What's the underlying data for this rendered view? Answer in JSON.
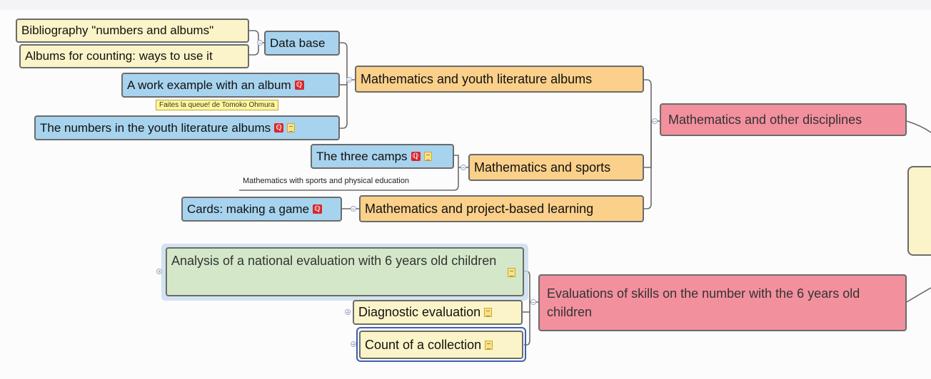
{
  "nodes": {
    "bibliography": "Bibliography \"numbers and albums\"",
    "albums_counting": "Albums for counting: ways to use it",
    "data_base": "Data base",
    "work_example": "A  work example with an album",
    "work_example_tooltip": "Faites la queue! de Tomoko Ohmura",
    "numbers_youth": "The numbers in the youth literature albums",
    "math_youth_albums": "Mathematics and youth literature albums",
    "three_camps": "The three camps",
    "sports_caption": "Mathematics with sports and physical education",
    "math_sports": "Mathematics and sports",
    "cards_game": "Cards: making a game",
    "math_project": "Mathematics and project-based learning",
    "math_other": "Mathematics and other disciplines",
    "analysis": "Analysis of a national evaluation with 6 years old children",
    "diagnostic": "Diagnostic evaluation",
    "count_collection": "Count of a collection",
    "evaluations": "Evaluations of skills on the number with the 6 years old children"
  },
  "colors": {
    "topic_pink": "#f3909e",
    "topic_orange": "#fbd08a",
    "topic_blue": "#a7d3ee",
    "topic_yellow": "#fbf4c8",
    "topic_green": "#d4e8c9",
    "connector": "#6b6b6b",
    "selection": "#3e5fae"
  },
  "icons": [
    "pdf-attachment-icon",
    "note-icon",
    "collapse-icon",
    "expand-icon"
  ]
}
